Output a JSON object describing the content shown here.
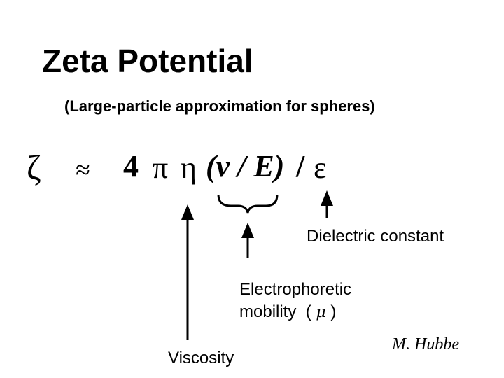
{
  "title": "Zeta Potential",
  "subtitle": "(Large-particle approximation for spheres)",
  "equation": {
    "zeta": "ζ",
    "approx": "≈",
    "four": "4",
    "pi": "π",
    "eta": "η",
    "fraction": "(v / E)",
    "divide": "/",
    "epsilon": "ε"
  },
  "labels": {
    "dielectric": "Dielectric constant",
    "electrophoretic_line1": "Electrophoretic",
    "electrophoretic_line2_prefix": "mobility  ( ",
    "mu": "μ",
    "electrophoretic_line2_suffix": " )",
    "viscosity": "Viscosity"
  },
  "author": "M. Hubbe",
  "icons": {
    "arrows": "up-arrow",
    "brace": "curly-brace-under"
  }
}
